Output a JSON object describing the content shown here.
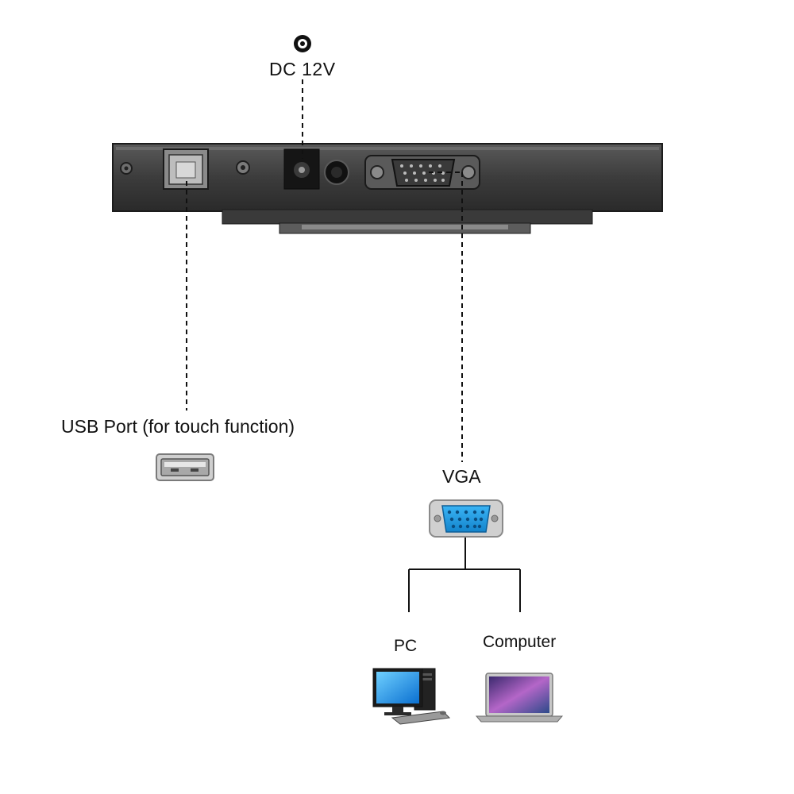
{
  "labels": {
    "dc": "DC 12V",
    "usb": "USB Port (for touch function)",
    "vga": "VGA",
    "pc": "PC",
    "computer": "Computer"
  },
  "colors": {
    "device_body": "#2e2e2e",
    "device_panel": "#4a4a4a",
    "vga_connector": "#1e9be0",
    "connector_frame": "#c8c8c8",
    "line": "#111111",
    "monitor_screen": "#1a8fe8",
    "laptop_screen": "#8a4fb0"
  },
  "icons": {
    "dc_symbol": "dc-power-icon",
    "usb": "usb-a-port-icon",
    "vga": "vga-connector-icon",
    "pc": "desktop-pc-icon",
    "computer": "laptop-icon"
  }
}
